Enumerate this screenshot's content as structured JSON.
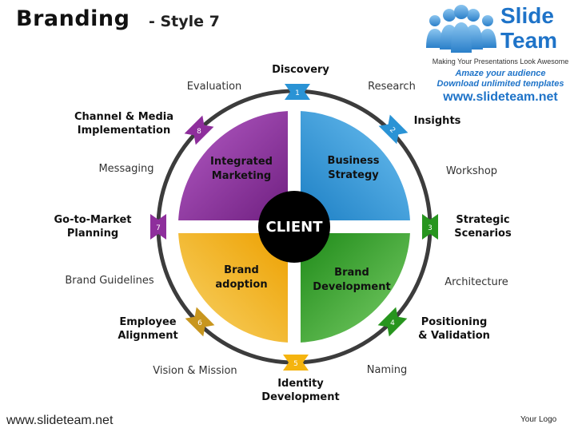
{
  "header": {
    "title": "Branding",
    "subtitle": "- Style 7"
  },
  "logo": {
    "word1": "Slide",
    "word2": "Team",
    "tagline": "Making Your Presentations Look Awesome",
    "line1": "Amaze your audience",
    "line2": "Download unlimited templates",
    "url": "www.slideteam.net"
  },
  "diagram": {
    "center": "CLIENT",
    "quadrants": [
      {
        "line1": "Integrated",
        "line2": "Marketing",
        "color": "#8e2e9c"
      },
      {
        "line1": "Business",
        "line2": "Strategy",
        "color": "#2a93d5"
      },
      {
        "line1": "Brand",
        "line2": "adoption",
        "color": "#f5b40f"
      },
      {
        "line1": "Brand",
        "line2": "Development",
        "color": "#27951e"
      }
    ],
    "steps": [
      {
        "number": "1",
        "title": "Discovery",
        "color": "#2a93d5"
      },
      {
        "number": "2",
        "title": "Insights",
        "color": "#2a93d5"
      },
      {
        "number": "3",
        "title": "Strategic Scenarios",
        "color": "#27951e"
      },
      {
        "number": "4",
        "title": "Positioning & Validation",
        "color": "#27951e"
      },
      {
        "number": "5",
        "title": "Identity Development",
        "color": "#f5b40f"
      },
      {
        "number": "6",
        "title": "Employee Alignment",
        "color": "#c8961e"
      },
      {
        "number": "7",
        "title": "Go-to-Market Planning",
        "color": "#8e2e9c"
      },
      {
        "number": "8",
        "title": "Channel & Media Implementation",
        "color": "#8e2e9c"
      }
    ],
    "labels": {
      "discovery": "Discovery",
      "evaluation": "Evaluation",
      "research": "Research",
      "channel_1": "Channel & Media",
      "channel_2": "Implementation",
      "insights": "Insights",
      "messaging": "Messaging",
      "workshop": "Workshop",
      "gtm_1": "Go-to-Market",
      "gtm_2": "Planning",
      "strategic_1": "Strategic",
      "strategic_2": "Scenarios",
      "brand_guidelines": "Brand Guidelines",
      "architecture": "Architecture",
      "employee_1": "Employee",
      "employee_2": "Alignment",
      "positioning_1": "Positioning",
      "positioning_2": "& Validation",
      "vision": "Vision & Mission",
      "naming": "Naming",
      "identity_1": "Identity",
      "identity_2": "Development"
    }
  },
  "footer": {
    "url": "www.slideteam.net",
    "your_logo": "Your Logo"
  }
}
